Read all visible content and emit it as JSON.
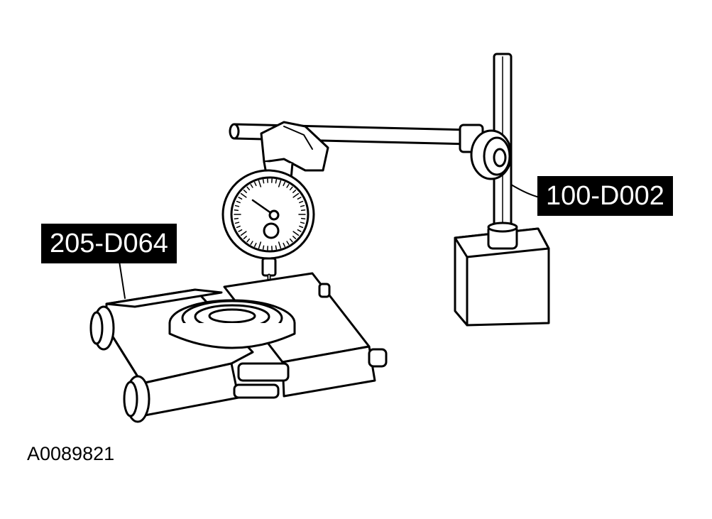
{
  "figure_id": "A0089821",
  "callouts": {
    "dial_indicator": "100-D002",
    "fixture": "205-D064"
  },
  "colors": {
    "line": "#000000",
    "fill": "#ffffff",
    "label_bg": "#000000",
    "label_text": "#ffffff"
  }
}
